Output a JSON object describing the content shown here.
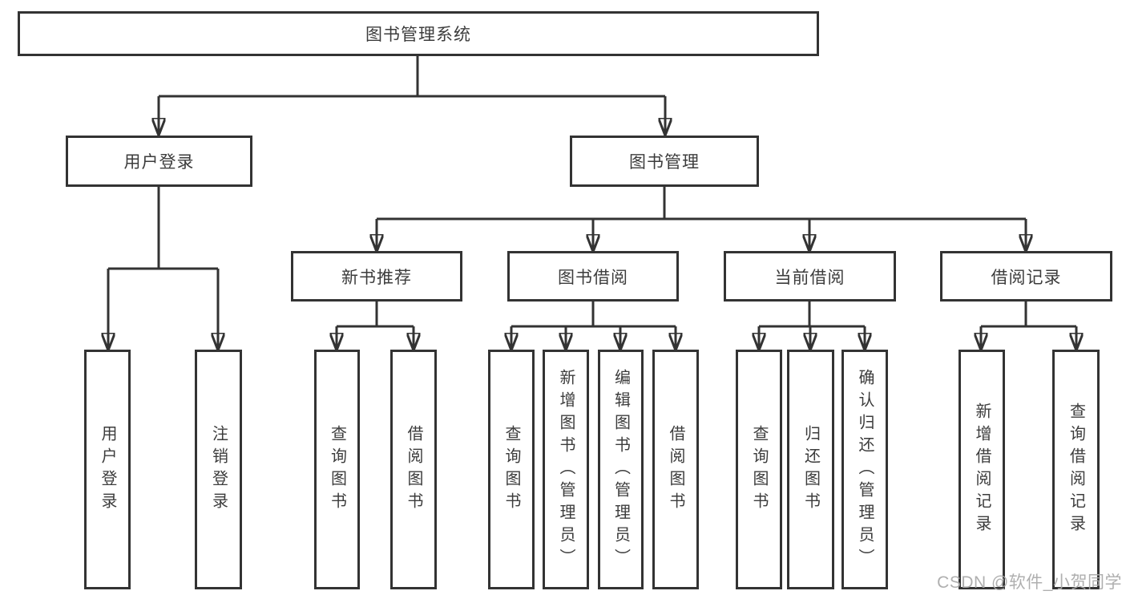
{
  "tree": {
    "root": "图书管理系统",
    "children": [
      {
        "label": "用户登录",
        "children": [
          "用户登录",
          "注销登录"
        ]
      },
      {
        "label": "图书管理",
        "children": [
          {
            "label": "新书推荐",
            "children": [
              "查询图书",
              "借阅图书"
            ]
          },
          {
            "label": "图书借阅",
            "children": [
              "查询图书",
              "新增图书（管理员）",
              "编辑图书（管理员）",
              "借阅图书"
            ]
          },
          {
            "label": "当前借阅",
            "children": [
              "查询图书",
              "归还图书",
              "确认归还（管理员）"
            ]
          },
          {
            "label": "借阅记录",
            "children": [
              "新增借阅记录",
              "查询借阅记录"
            ]
          }
        ]
      }
    ]
  },
  "watermark": {
    "text": "CSDN @软件_小贺同学"
  },
  "colors": {
    "line": "#333333",
    "box_border": "#333333",
    "text": "#3c3c3c",
    "watermark": "#a9a9a9",
    "background": "#ffffff"
  }
}
